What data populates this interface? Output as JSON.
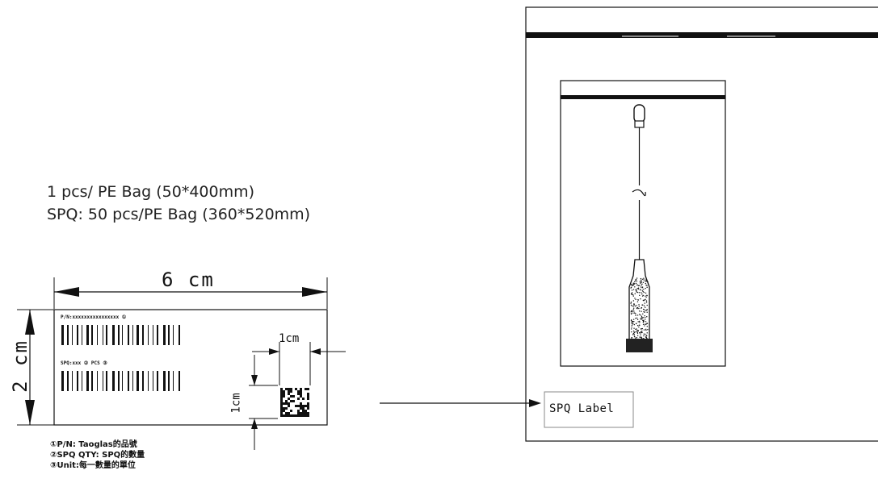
{
  "packing": {
    "line1": "1 pcs/ PE Bag (50*400mm)",
    "line2": "SPQ: 50 pcs/PE Bag (360*520mm)"
  },
  "label": {
    "width_dim": "6 cm",
    "height_dim": "2 cm",
    "pn_line": "P/N:xxxxxxxxxxxxxxxx ①",
    "spq_line": "SPQ:xxx ② PCS ③",
    "qr_width_dim": "1cm",
    "qr_height_dim": "1cm"
  },
  "legend": {
    "item1": "①P/N:  Taoglas的品號",
    "item2": "②SPQ  QTY:  SPQ的數量",
    "item3": "③Unit:每一數量的單位"
  },
  "bag": {
    "spq_label": "SPQ Label"
  }
}
